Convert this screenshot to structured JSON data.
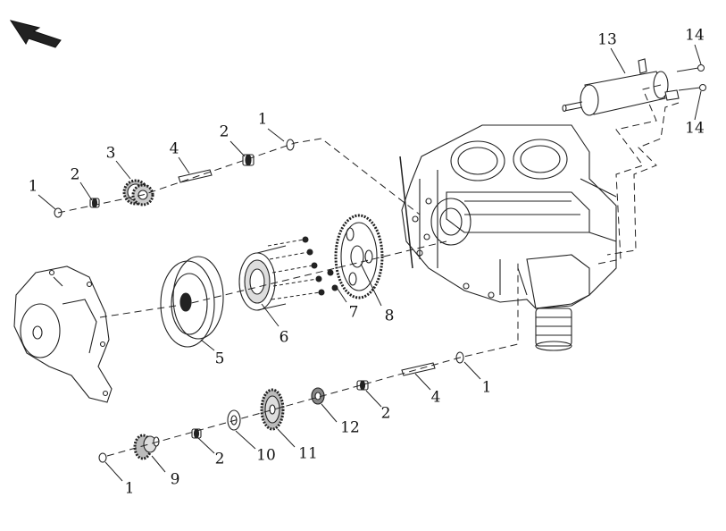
{
  "diagram": {
    "callouts": [
      {
        "id": "c13",
        "text": "13"
      },
      {
        "id": "c14a",
        "text": "14"
      },
      {
        "id": "c14b",
        "text": "14"
      },
      {
        "id": "c1a",
        "text": "1"
      },
      {
        "id": "c2a",
        "text": "2"
      },
      {
        "id": "c4a",
        "text": "4"
      },
      {
        "id": "c3",
        "text": "3"
      },
      {
        "id": "c2b",
        "text": "2"
      },
      {
        "id": "c1b",
        "text": "1"
      },
      {
        "id": "c7",
        "text": "7"
      },
      {
        "id": "c8",
        "text": "8"
      },
      {
        "id": "c6",
        "text": "6"
      },
      {
        "id": "c5",
        "text": "5"
      },
      {
        "id": "c1c",
        "text": "1"
      },
      {
        "id": "c4b",
        "text": "4"
      },
      {
        "id": "c2c",
        "text": "2"
      },
      {
        "id": "c12",
        "text": "12"
      },
      {
        "id": "c11",
        "text": "11"
      },
      {
        "id": "c10",
        "text": "10"
      },
      {
        "id": "c2d",
        "text": "2"
      },
      {
        "id": "c9",
        "text": "9"
      },
      {
        "id": "c1d",
        "text": "1"
      }
    ]
  },
  "colors": {
    "line": "#222222",
    "fill": "#ffffff",
    "shade": "#cfcfcf",
    "dark": "#222222"
  }
}
